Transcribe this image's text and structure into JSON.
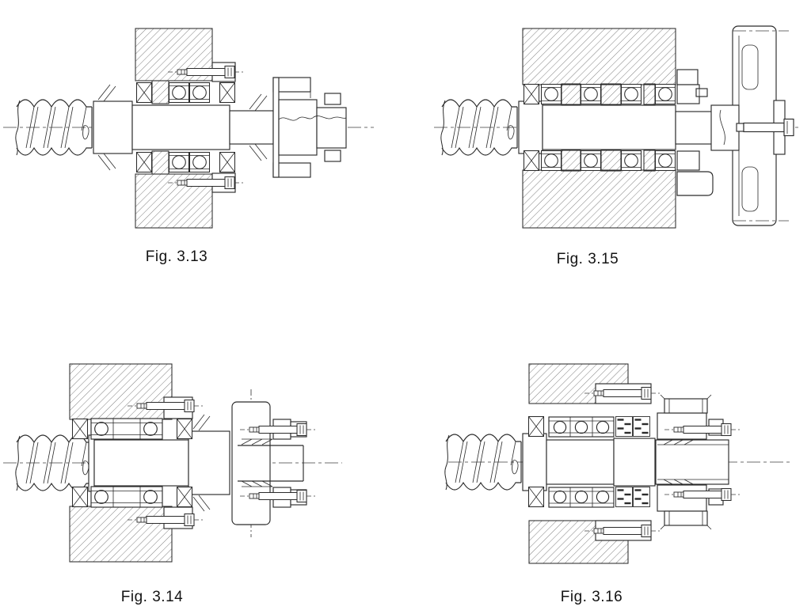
{
  "page": {
    "background_color": "#ffffff",
    "line_color": "#2b2b2b"
  },
  "figures": [
    {
      "id": "fig-3-13",
      "caption": "Fig. 3.13",
      "position": "top-left"
    },
    {
      "id": "fig-3-15",
      "caption": "Fig. 3.15",
      "position": "top-right"
    },
    {
      "id": "fig-3-14",
      "caption": "Fig. 3.14",
      "position": "bottom-left"
    },
    {
      "id": "fig-3-16",
      "caption": "Fig. 3.16",
      "position": "bottom-right"
    }
  ]
}
